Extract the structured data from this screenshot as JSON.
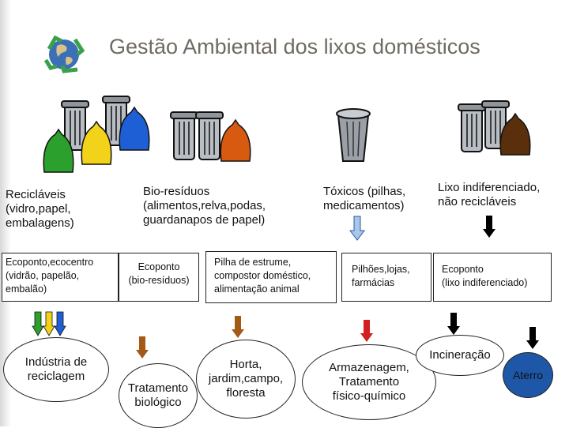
{
  "title": "Gestão Ambiental dos lixos domésticos",
  "icons": {
    "logo": "recycling-globe-icon",
    "bins": "trash-bin-icon",
    "bags": "garbage-bag-icon",
    "arrows": "down-arrow-icon"
  },
  "colors": {
    "green": "#2ca02c",
    "blue": "#1f5fd6",
    "yellow": "#f3d21a",
    "orange": "#d85a10",
    "brown": "#5a2f0c",
    "lightblue": "#a9c7ec",
    "brown_arrow": "#a35a17",
    "red_arrow": "#d31f1f",
    "black": "#000000",
    "aterro_fill": "#1f57a8"
  },
  "columns": [
    {
      "category": "Recicláveis\n(vidro,papel,\nembalagens)",
      "collection": "Ecoponto,ecocentro\n(vidrão, papelão,\nembalão)",
      "destination": "Indústria de\nreciclagem"
    },
    {
      "category": "Bio-resíduos\n(alimentos,relva,podas,\nguardanapos de papel)",
      "collection": "Ecoponto\n(bio-resíduos)",
      "destination": "Tratamento\nbiológico",
      "alternative": "Pilha de estrume,\ncompostor doméstico,\nalimentação animal",
      "alternative_destination": "Horta,\njardim,campo,\nfloresta"
    },
    {
      "category": "Tóxicos (pilhas,\nmedicamentos)",
      "collection": "Pilhões,lojas,\nfarmácias",
      "destination": "Armazenagem,\nTratamento\nfísico-químico"
    },
    {
      "category": "Lixo indiferenciado,\nnão recicláveis",
      "collection": "Ecoponto\n(lixo indiferenciado)",
      "destination": "Incineração",
      "alternative_destination": "Aterro"
    }
  ]
}
